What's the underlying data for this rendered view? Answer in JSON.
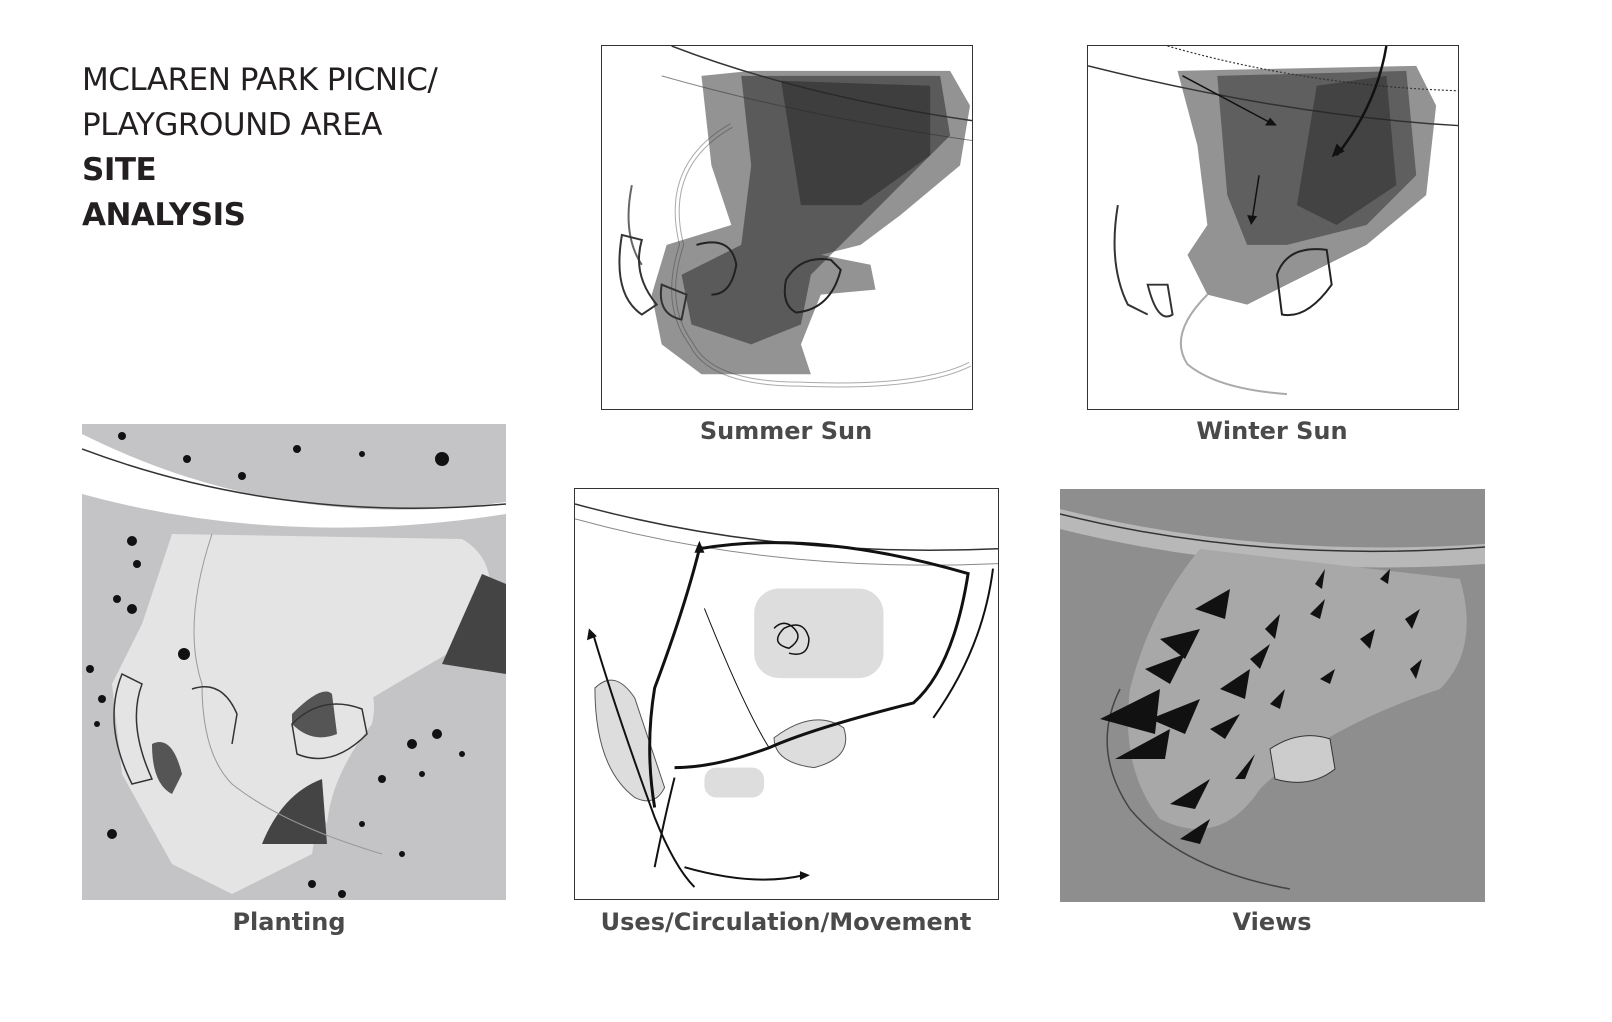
{
  "title": {
    "line1": "MCLAREN PARK PICNIC/",
    "line2": "PLAYGROUND AREA",
    "line3": "SITE",
    "line4": "ANALYSIS"
  },
  "panels": {
    "summer_sun": "Summer Sun",
    "winter_sun": "Winter Sun",
    "planting": "Planting",
    "uses": "Uses/Circulation/Movement",
    "views": "Views"
  },
  "colors": {
    "shade": "#3a3a3a",
    "planting_bg": "#c4c4c6",
    "planting_light": "#e4e4e4",
    "views_bg": "#9a9a9a"
  }
}
